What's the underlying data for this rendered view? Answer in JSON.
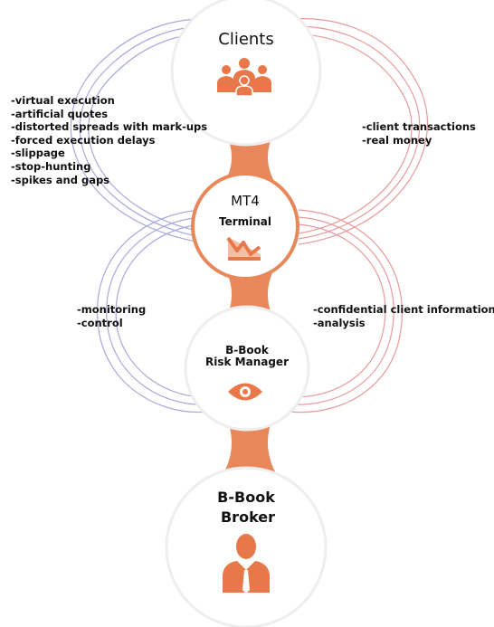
{
  "nodes": {
    "clients": {
      "title": "Clients",
      "icon": "group-icon"
    },
    "terminal": {
      "title": "MT4",
      "subtitle": "Terminal",
      "icon": "chart-down-icon"
    },
    "risk_manager": {
      "title_line1": "B-Book",
      "title_line2": "Risk Manager",
      "icon": "eye-icon"
    },
    "broker": {
      "title_line1": "B-Book",
      "title_line2": "Broker",
      "icon": "businessman-icon"
    }
  },
  "labels": {
    "broker_to_clients": [
      "-virtual execution",
      "-artificial quotes",
      "-distorted spreads with mark-ups",
      "-forced execution delays",
      "-slippage",
      "-stop-hunting",
      "-spikes and gaps"
    ],
    "clients_to_broker": [
      "-client transactions",
      "-real money"
    ],
    "manager_left": [
      "-monitoring",
      "-control"
    ],
    "manager_right": [
      "-confidential client information",
      "-analysis"
    ]
  },
  "colors": {
    "accent": "#e8885a",
    "icon": "#e8774a",
    "arc_left": "#a8a8dc",
    "arc_right": "#e89a9a",
    "circle_border": "#eeeeee"
  }
}
